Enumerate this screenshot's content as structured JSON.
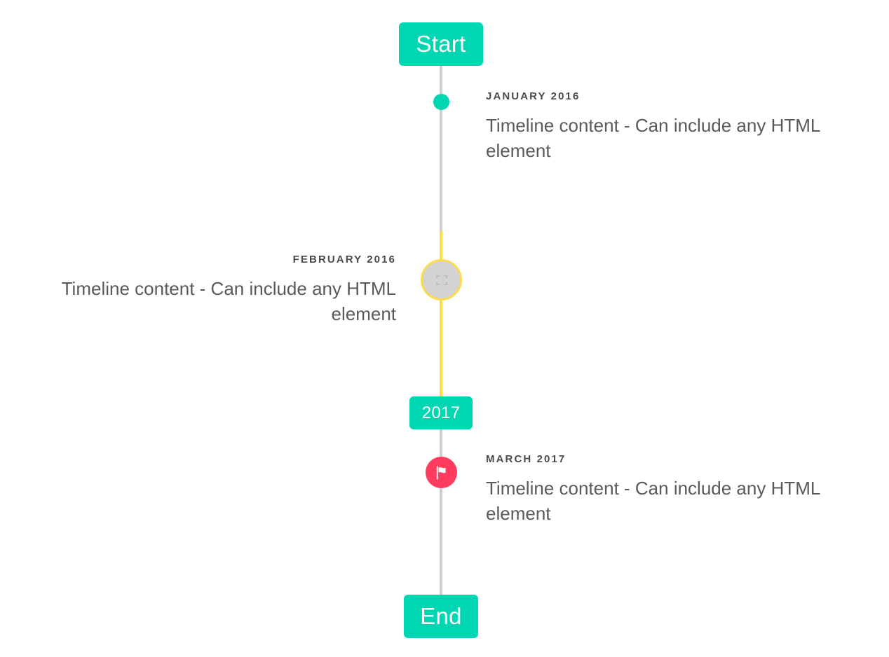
{
  "colors": {
    "accent_teal": "#00d6b1",
    "accent_yellow": "#fcdc4d",
    "accent_pink": "#ff3b5f",
    "line_grey": "#cfcfcf",
    "marker_grey": "#d3d3d3",
    "date_text": "#4a4a4a",
    "body_text": "#5a5a5a",
    "background": "#ffffff"
  },
  "timeline": {
    "start_badge": "Start",
    "year_badge": "2017",
    "end_badge": "End",
    "entries": [
      {
        "date": "JANUARY 2016",
        "body": "Timeline content - Can include any HTML element",
        "side": "right",
        "marker": "dot-icon"
      },
      {
        "date": "FEBRUARY 2016",
        "body": "Timeline content - Can include any HTML element",
        "side": "left",
        "marker": "broken-image-icon"
      },
      {
        "date": "MARCH 2017",
        "body": "Timeline content - Can include any HTML element",
        "side": "right",
        "marker": "flag-icon"
      }
    ]
  }
}
